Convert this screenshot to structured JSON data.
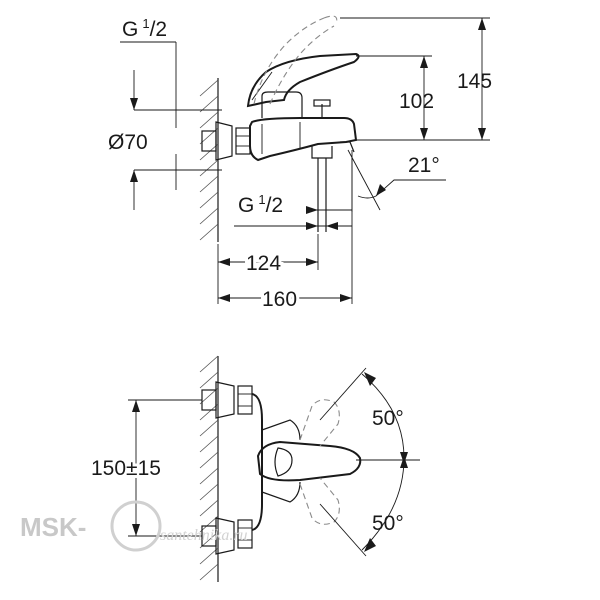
{
  "top_view": {
    "thread_top": {
      "prefix": "G",
      "sup": "1",
      "suffix": "/2"
    },
    "thread_bottom": {
      "prefix": "G",
      "sup": "1",
      "suffix": "/2"
    },
    "diameter": "Ø70",
    "height_102": "102",
    "height_145": "145",
    "angle": "21°",
    "length_124": "124",
    "length_160": "160"
  },
  "front_view": {
    "center_distance": "150±15",
    "angle_up": "50°",
    "angle_down": "50°"
  },
  "watermark": {
    "brand": "MSK-",
    "small": "santehnika.ru"
  }
}
